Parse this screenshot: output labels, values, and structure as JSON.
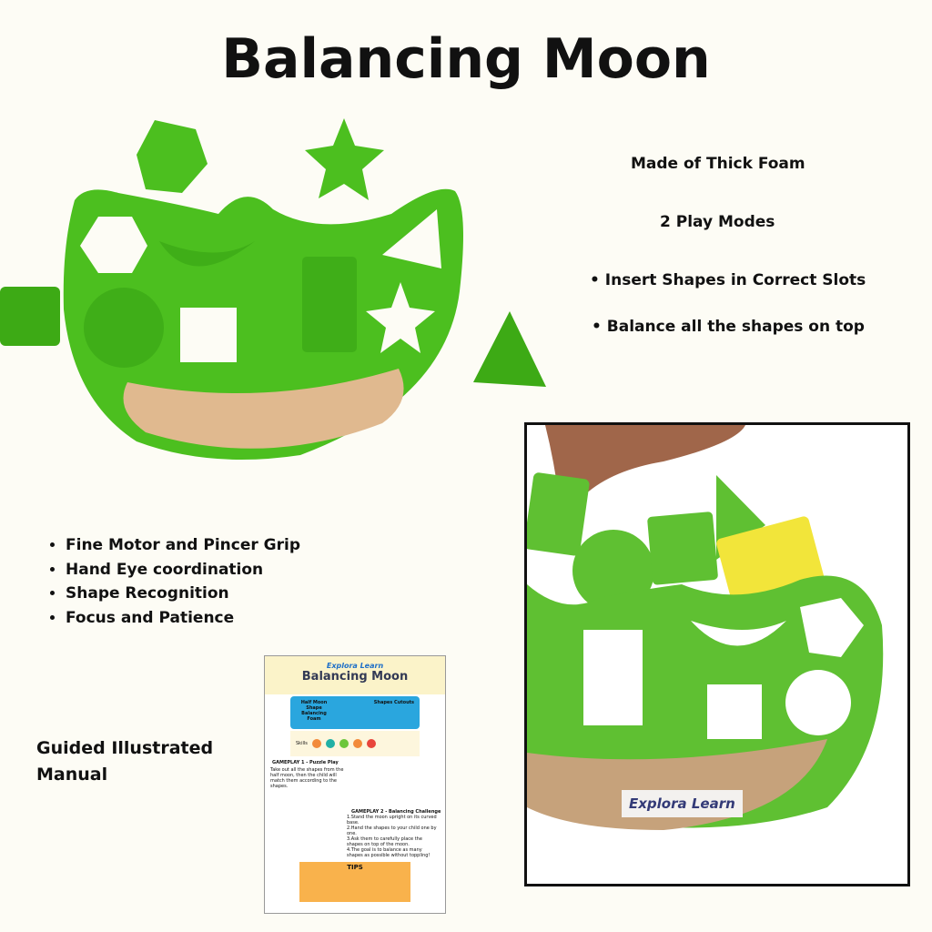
{
  "title": "Balancing Moon",
  "features": [
    "Made of Thick Foam",
    "2 Play Modes",
    "Insert Shapes in Correct Slots",
    "Balance all the shapes on top"
  ],
  "skills": [
    "Fine Motor and Pincer Grip",
    "Hand Eye coordination",
    "Shape Recognition",
    "Focus and Patience"
  ],
  "manual_label": "Guided Illustrated Manual",
  "manual": {
    "brand": "Explora Learn",
    "title": "Balancing Moon",
    "panel_left": "Half Moon Shape Balancing Foam",
    "panel_right": "Shapes Cutouts",
    "skills_label": "Skills",
    "gameplay1": "GAMEPLAY 1 - Puzzle Play",
    "gameplay1_text": "Take out all the shapes from the half moon, then the child will match them according to the shapes.",
    "gameplay2": "GAMEPLAY 2 - Balancing Challenge",
    "steps": [
      "1.Stand the moon upright on its curved base.",
      "2.Hand the shapes to your child one by one.",
      "3.Ask them to carefully place the shapes on top of the moon.",
      "4.The goal is to balance as many shapes as possible without toppling!"
    ],
    "tips": "TIPS"
  },
  "photo_label": "Explora Learn",
  "colors": {
    "green": "#4cbf1f",
    "tan": "#e0b98f",
    "yellow": "#f2e53a",
    "background": "#fdfcf5"
  }
}
